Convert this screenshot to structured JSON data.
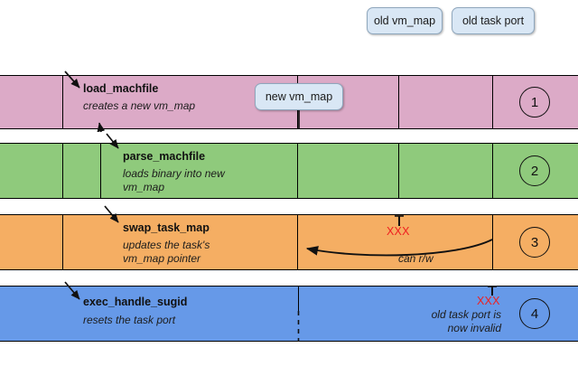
{
  "legend": {
    "items": [
      {
        "label": "old vm_map",
        "name": "legend-old-vm-map"
      },
      {
        "label": "old task port",
        "name": "legend-old-task-port"
      }
    ]
  },
  "lanes": [
    {
      "number": "1",
      "color": "#dcaac7",
      "title": "load_machfile",
      "desc": "creates a new vm_map",
      "node_label": "new vm_map"
    },
    {
      "number": "2",
      "color": "#8fca7c",
      "title": "parse_machfile",
      "desc": "loads binary into new\nvm_map"
    },
    {
      "number": "3",
      "color": "#f5ae63",
      "title": "swap_task_map",
      "desc": "updates the task's\nvm_map pointer",
      "xmark": "XXX",
      "arrow_label": "can r/w"
    },
    {
      "number": "4",
      "color": "#6699e8",
      "title": "exec_handle_sugid",
      "desc": "resets the task port",
      "xmark": "XXX",
      "note": "old task port is\nnow invalid"
    }
  ],
  "colors": {
    "lane1": "#dcaac7",
    "lane2": "#8fca7c",
    "lane3": "#f5ae63",
    "lane4": "#6699e8",
    "node_fill": "#d9e7f5",
    "node_stroke": "#8fa7bd",
    "invalid_red": "#ef2020",
    "line": "#000000"
  }
}
